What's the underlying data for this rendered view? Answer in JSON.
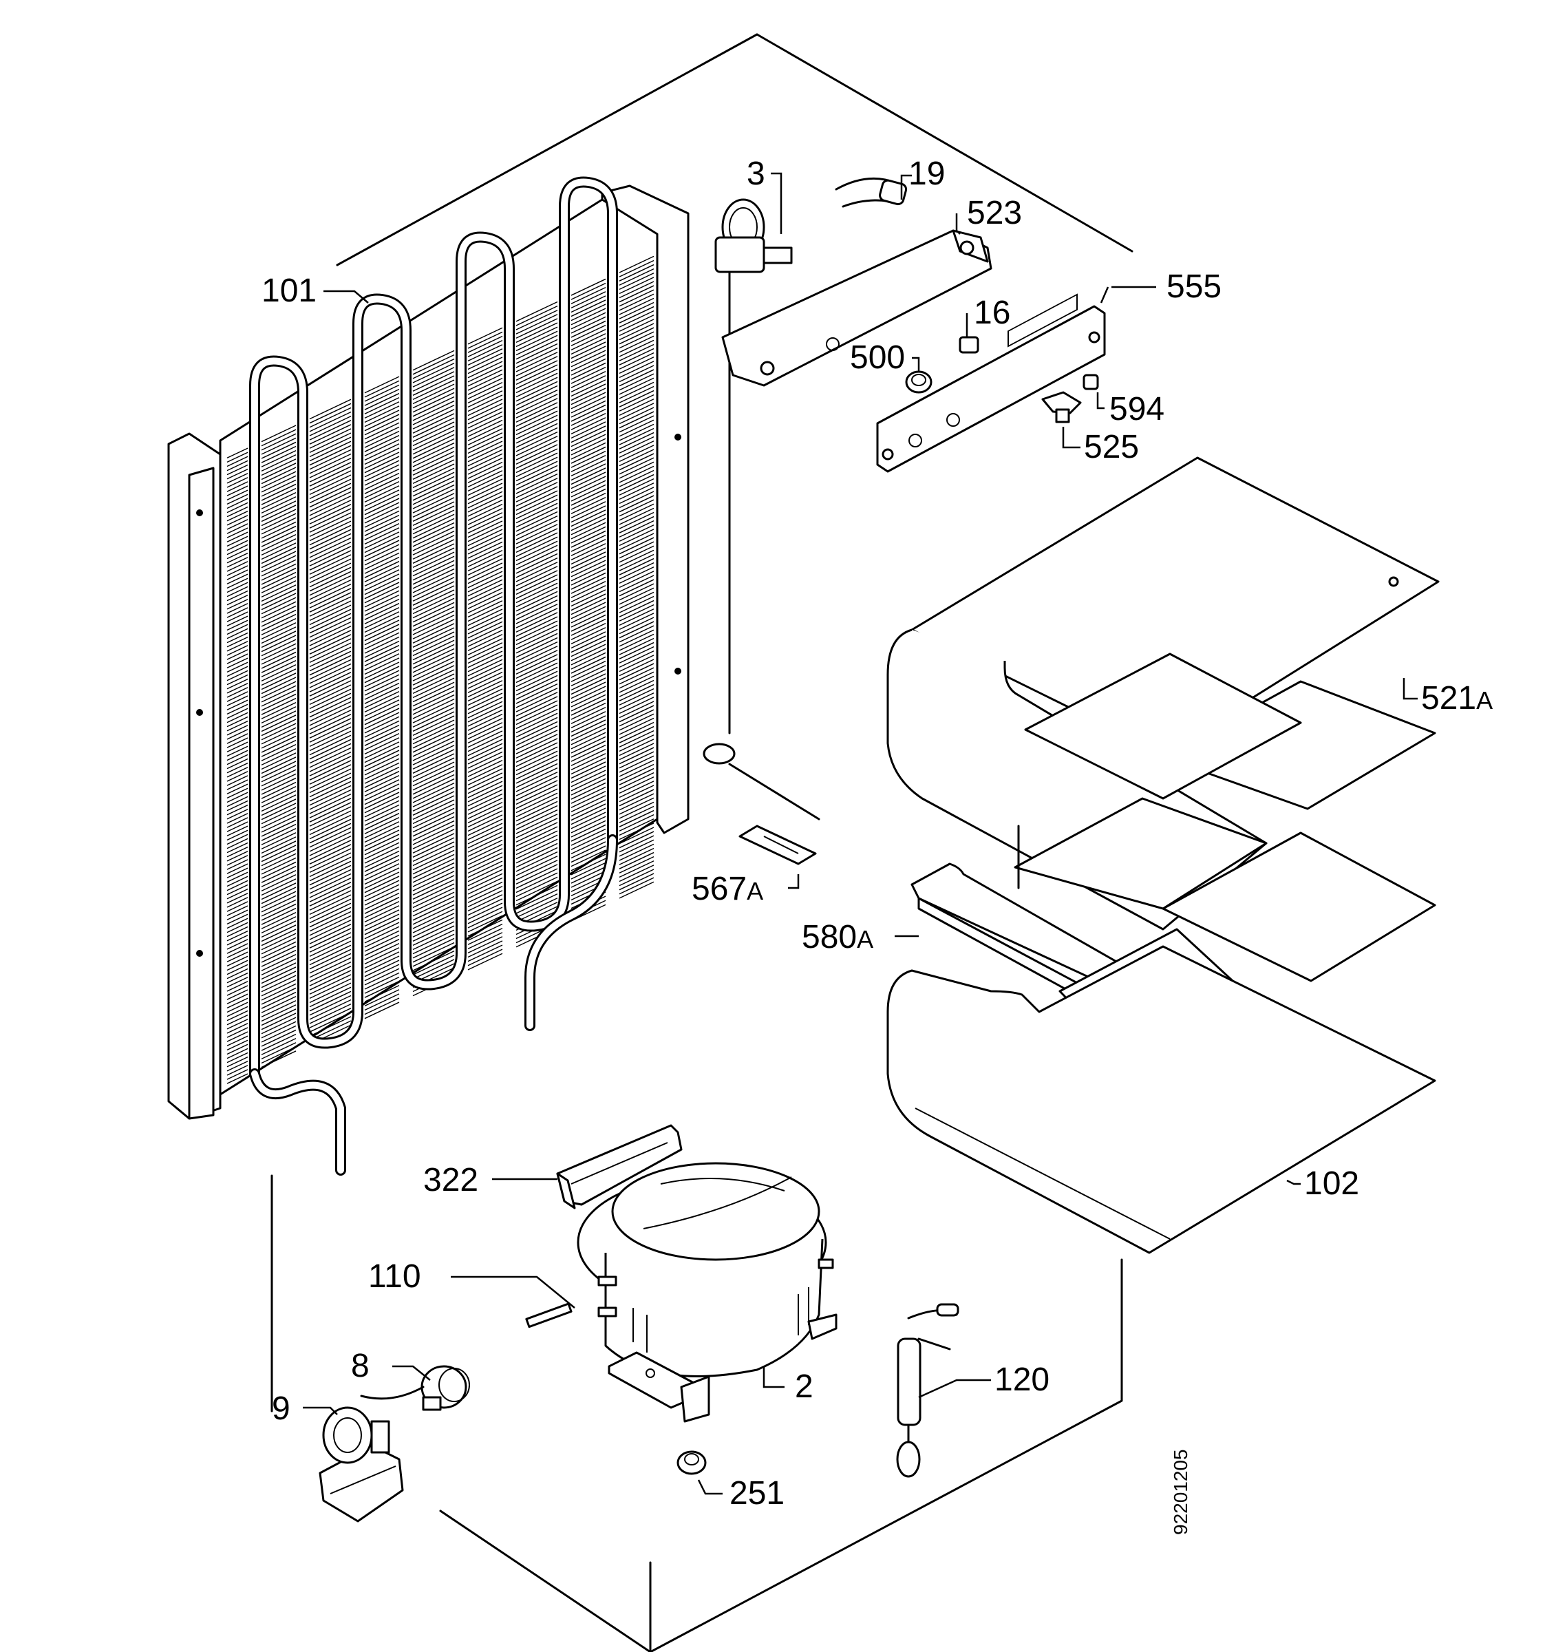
{
  "drawing_number": "92201205",
  "labels": {
    "p3": "3",
    "p19": "19",
    "p523": "523",
    "p101": "101",
    "p555": "555",
    "p16": "16",
    "p500": "500",
    "p594": "594",
    "p525": "525",
    "p521a": "521",
    "p567a": "567",
    "p580a": "580",
    "p322": "322",
    "p102": "102",
    "p110": "110",
    "p8": "8",
    "p120": "120",
    "p2": "2",
    "p9": "9",
    "p251": "251",
    "suffix_a": "A"
  }
}
